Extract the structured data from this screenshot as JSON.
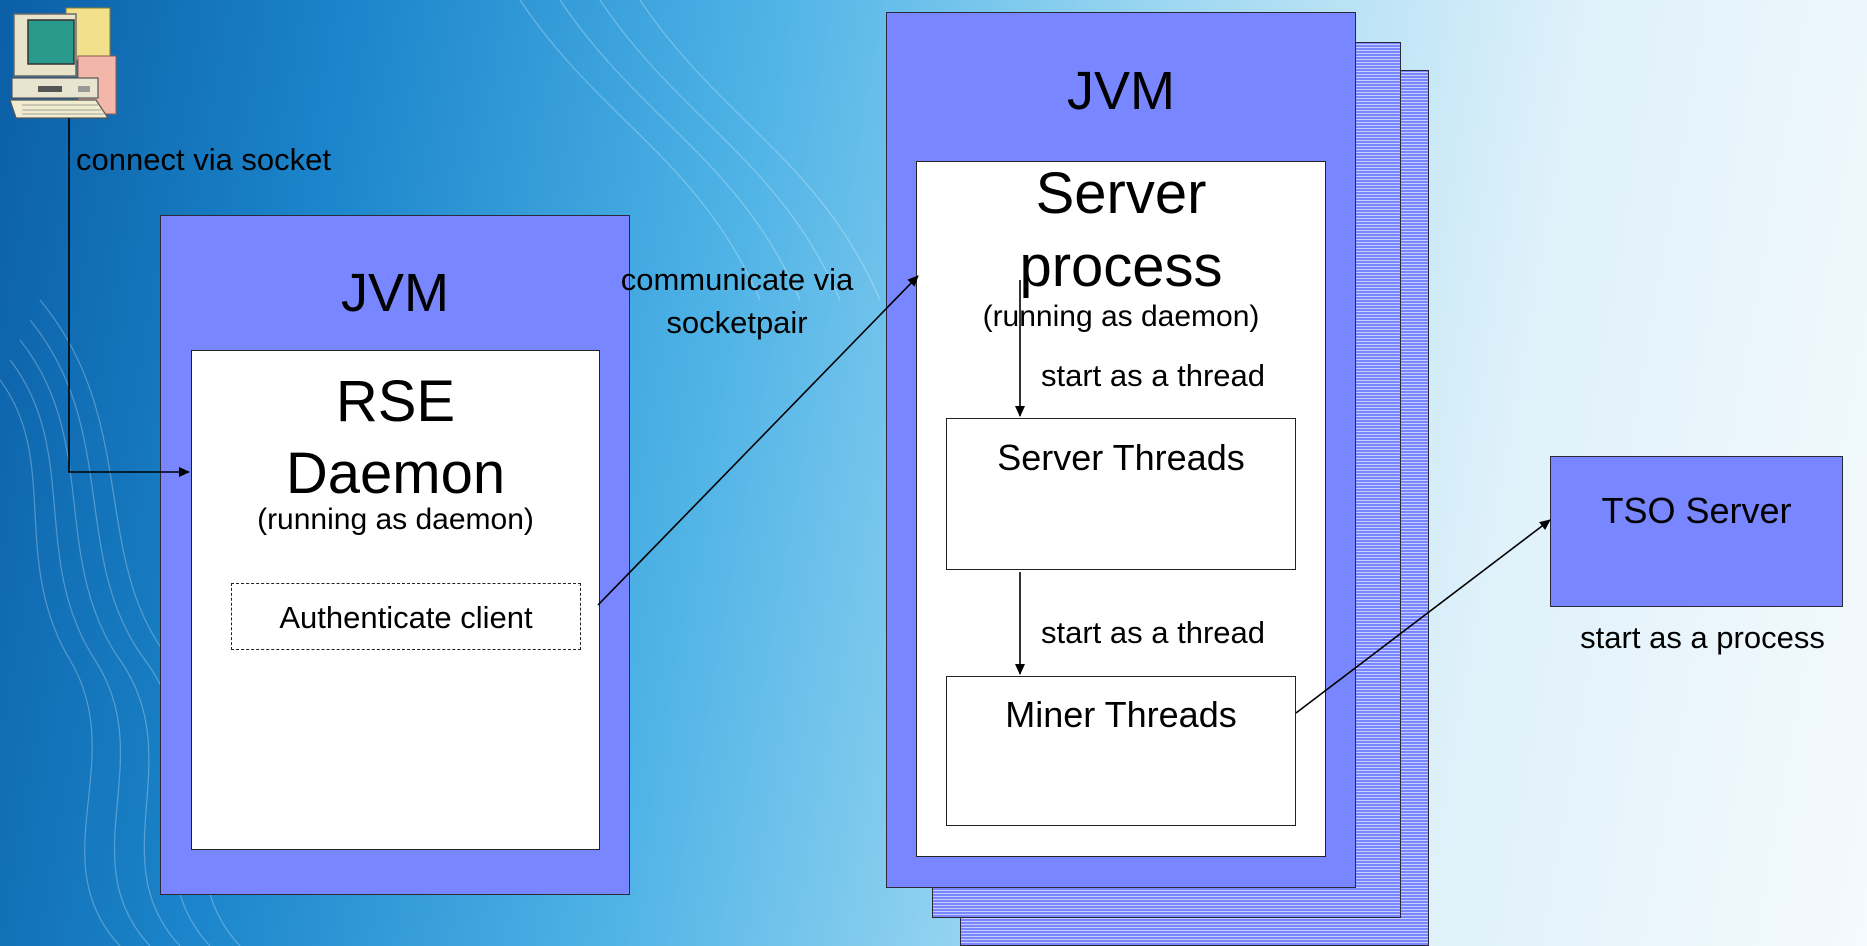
{
  "client": {
    "label": "connect via socket"
  },
  "daemon_jvm": {
    "title": "JVM",
    "process_line1": "RSE",
    "process_line2": "Daemon",
    "subtitle": "(running as daemon)",
    "inner_box": "Authenticate client"
  },
  "link_label": {
    "line1": "communicate via",
    "line2": "socketpair"
  },
  "server_jvm": {
    "title": "JVM",
    "process_line1": "Server",
    "process_line2": "process",
    "subtitle": "(running as daemon)",
    "thread_label_1": "start as a thread",
    "server_threads": "Server Threads",
    "thread_label_2": "start as a thread",
    "miner_threads": "Miner Threads"
  },
  "tso": {
    "title": "TSO Server",
    "caption": "start as a process"
  },
  "colors": {
    "jvm_fill": "#7886ff",
    "box_fill": "#ffffff",
    "line": "#000000"
  }
}
